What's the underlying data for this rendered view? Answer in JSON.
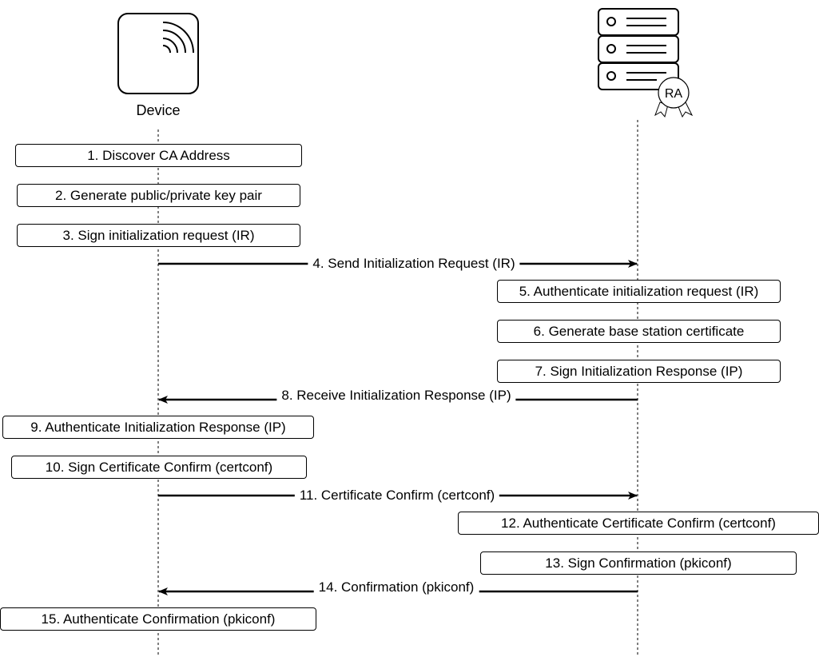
{
  "actors": {
    "device": {
      "label": "Device",
      "icon": "device-icon"
    },
    "ra": {
      "badge": "RA",
      "icon": "server-icon"
    }
  },
  "steps": {
    "s1": "1. Discover CA Address",
    "s2": "2. Generate public/private key pair",
    "s3": "3. Sign initialization request (IR)",
    "s5": "5. Authenticate initialization request (IR)",
    "s6": "6. Generate base station certificate",
    "s7": "7. Sign Initialization Response (IP)",
    "s9": "9. Authenticate Initialization Response (IP)",
    "s10": "10. Sign Certificate Confirm (certconf)",
    "s12": "12. Authenticate Certificate Confirm (certconf)",
    "s13": "13. Sign Confirmation (pkiconf)",
    "s15": "15. Authenticate Confirmation (pkiconf)"
  },
  "messages": {
    "m4": "4. Send Initialization Request (IR)",
    "m8": "8. Receive Initialization Response (IP)",
    "m11": "11. Certificate Confirm (certconf)",
    "m14": "14. Confirmation (pkiconf)"
  }
}
